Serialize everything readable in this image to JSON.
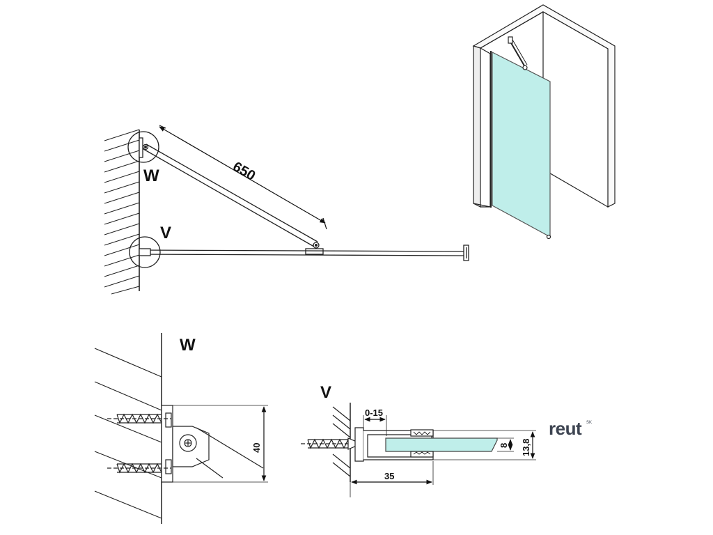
{
  "diagram": {
    "main_dimension": "650",
    "detail_labels": {
      "wall_bracket": "W",
      "profile": "V"
    },
    "detail_w": {
      "title": "W",
      "dimension": "40"
    },
    "detail_v": {
      "title": "V",
      "gap_range": "0-15",
      "profile_depth": "35",
      "glass_thickness": "8",
      "profile_height": "13,8"
    },
    "colors": {
      "line": "#222222",
      "glass": "#bfeeea",
      "wall": "#f4f4f4"
    }
  },
  "brand": {
    "name": "reut",
    "superscript": "SK"
  }
}
